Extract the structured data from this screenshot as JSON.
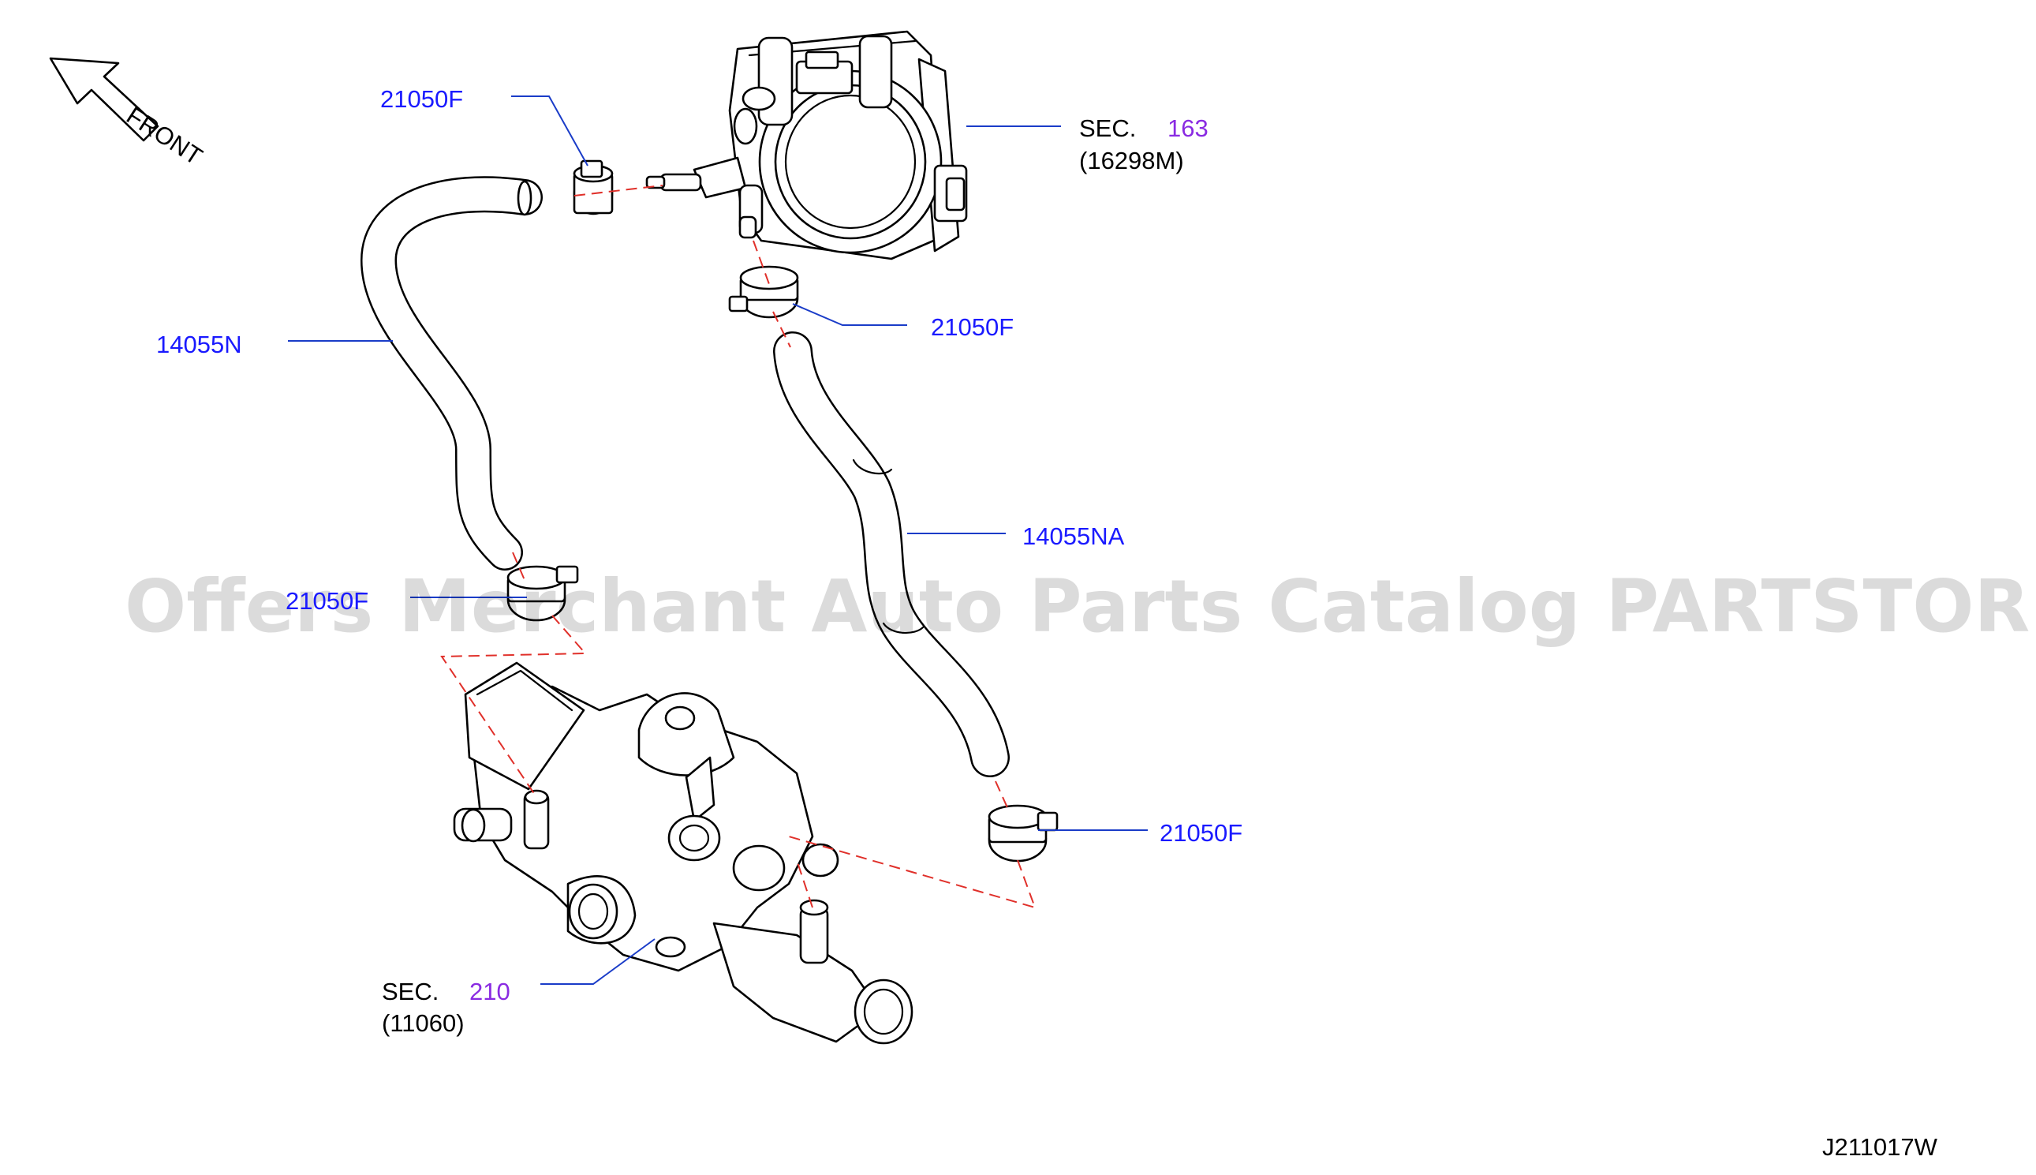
{
  "diagram_id": "J211017W",
  "front_label": "FRONT",
  "watermark": "Offers Merchant Auto Parts Catalog PARTSTORE.SA",
  "callouts": {
    "clamp_top_left": "21050F",
    "clamp_top_mid": "21050F",
    "clamp_bottom_left": "21050F",
    "clamp_bottom_right": "21050F",
    "hose_left": "14055N",
    "hose_right": "14055NA"
  },
  "sections": {
    "throttle": {
      "prefix": "SEC.",
      "number": "163",
      "part": "(16298M)"
    },
    "thermostat": {
      "prefix": "SEC.",
      "number": "210",
      "part": "(11060)"
    }
  },
  "colors": {
    "part_link": "#1a1aff",
    "section_link": "#8a2be2",
    "leader": "#1a3cc8",
    "dashed_guide": "#e0302a"
  }
}
